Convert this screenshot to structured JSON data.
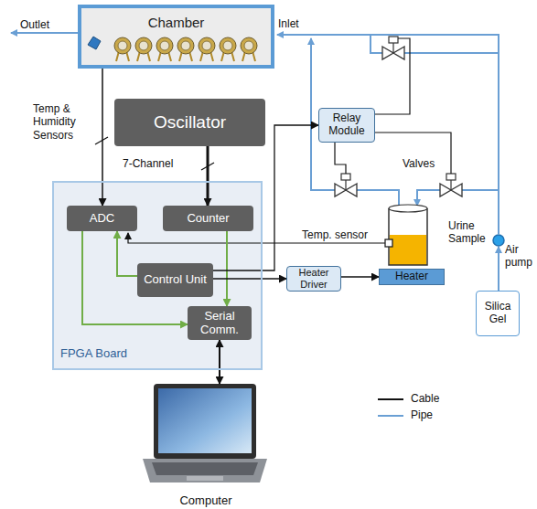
{
  "diagram": {
    "nodes": [
      {
        "text": [
          "Chamber"
        ]
      },
      {
        "text": [
          "Oscillator"
        ]
      },
      {
        "text": [
          "FPGA Board"
        ]
      },
      {
        "text": [
          "ADC"
        ],
        "in": 2
      },
      {
        "text": [
          "Counter"
        ],
        "in": 2
      },
      {
        "text": [
          "Control Unit"
        ],
        "in": 2
      },
      {
        "text": [
          "Serial Comm."
        ],
        "in": 2
      },
      {
        "text": [
          "Relay Module"
        ]
      },
      {
        "text": [
          "Heater Driver"
        ]
      },
      {
        "text": [
          "Heater"
        ]
      },
      {
        "text": [
          "Silica Gel"
        ]
      },
      {
        "text": [
          "Computer"
        ]
      }
    ],
    "edges": [
      {
        "from": 0,
        "to": 3,
        "arrow": "to"
      },
      {
        "from": 1,
        "to": 4,
        "arrow": "to"
      },
      {
        "from": 4,
        "to": 6,
        "arrow": "to"
      },
      {
        "from": 3,
        "to": 6,
        "arrow": "to"
      },
      {
        "from": 5,
        "to": 3,
        "arrow": "to"
      },
      {
        "from": 5,
        "to": 7,
        "arrow": "to"
      },
      {
        "from": 5,
        "to": 8,
        "arrow": "to"
      },
      {
        "from": 8,
        "to": 9,
        "arrow": "to"
      },
      {
        "from": 6,
        "to": 11,
        "arrow": "both"
      }
    ],
    "labels": [
      "Outlet",
      "Inlet",
      "Temp & Humidity Sensors",
      "7-Channel",
      "Valves",
      "Urine Sample",
      "Temp. sensor",
      "Air pump"
    ],
    "legend": [
      {
        "text": "Cable"
      },
      {
        "text": "Pipe"
      }
    ]
  }
}
